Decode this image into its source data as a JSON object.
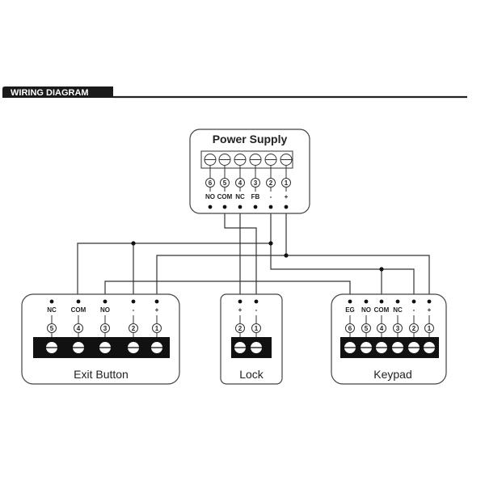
{
  "header": {
    "title": "WIRING DIAGRAM"
  },
  "power_supply": {
    "title": "Power Supply",
    "terminals": [
      {
        "num": "6",
        "label": "NO"
      },
      {
        "num": "5",
        "label": "COM"
      },
      {
        "num": "4",
        "label": "NC"
      },
      {
        "num": "3",
        "label": "FB"
      },
      {
        "num": "2",
        "label": "-"
      },
      {
        "num": "1",
        "label": "+"
      }
    ]
  },
  "exit_button": {
    "title": "Exit Button",
    "terminals": [
      {
        "num": "5",
        "label": "NC"
      },
      {
        "num": "4",
        "label": "COM"
      },
      {
        "num": "3",
        "label": "NO"
      },
      {
        "num": "2",
        "label": "-"
      },
      {
        "num": "1",
        "label": "+"
      }
    ]
  },
  "lock": {
    "title": "Lock",
    "terminals": [
      {
        "num": "2",
        "label": "+"
      },
      {
        "num": "1",
        "label": "-"
      }
    ]
  },
  "keypad": {
    "title": "Keypad",
    "terminals": [
      {
        "num": "6",
        "label": "EG"
      },
      {
        "num": "5",
        "label": "NO"
      },
      {
        "num": "4",
        "label": "COM"
      },
      {
        "num": "3",
        "label": "NC"
      },
      {
        "num": "2",
        "label": "-"
      },
      {
        "num": "1",
        "label": "+"
      }
    ]
  }
}
